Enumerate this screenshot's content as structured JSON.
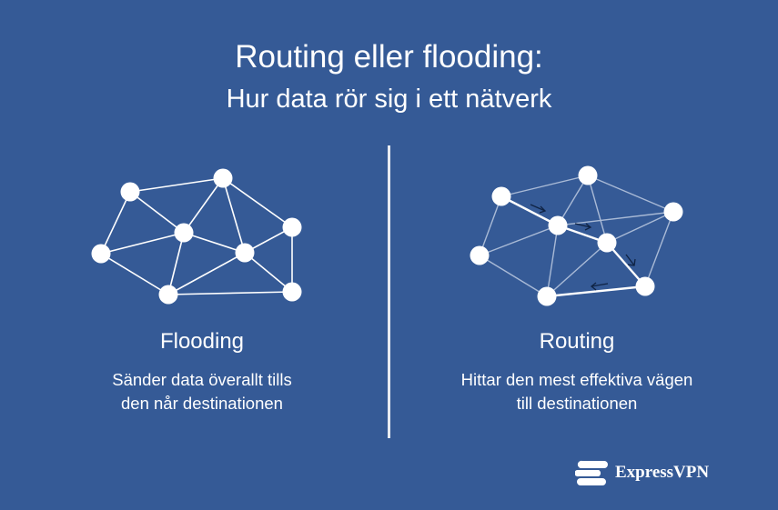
{
  "header": {
    "title": "Routing eller flooding:",
    "subtitle": "Hur data rör sig i ett nätverk"
  },
  "left_panel": {
    "title": "Flooding",
    "description_line1": "Sänder data överallt tills",
    "description_line2": "den når destinationen"
  },
  "right_panel": {
    "title": "Routing",
    "description_line1": "Hittar den mest effektiva vägen",
    "description_line2": "till destinationen"
  },
  "brand": {
    "name": "ExpressVPN",
    "logo_icon": "expressvpn-logo-icon"
  },
  "colors": {
    "background": "#355a96",
    "node": "#ffffff",
    "flooding_edge": "#ffffff",
    "routing_edge": "#a9bad6",
    "arrow": "#0f2344"
  }
}
